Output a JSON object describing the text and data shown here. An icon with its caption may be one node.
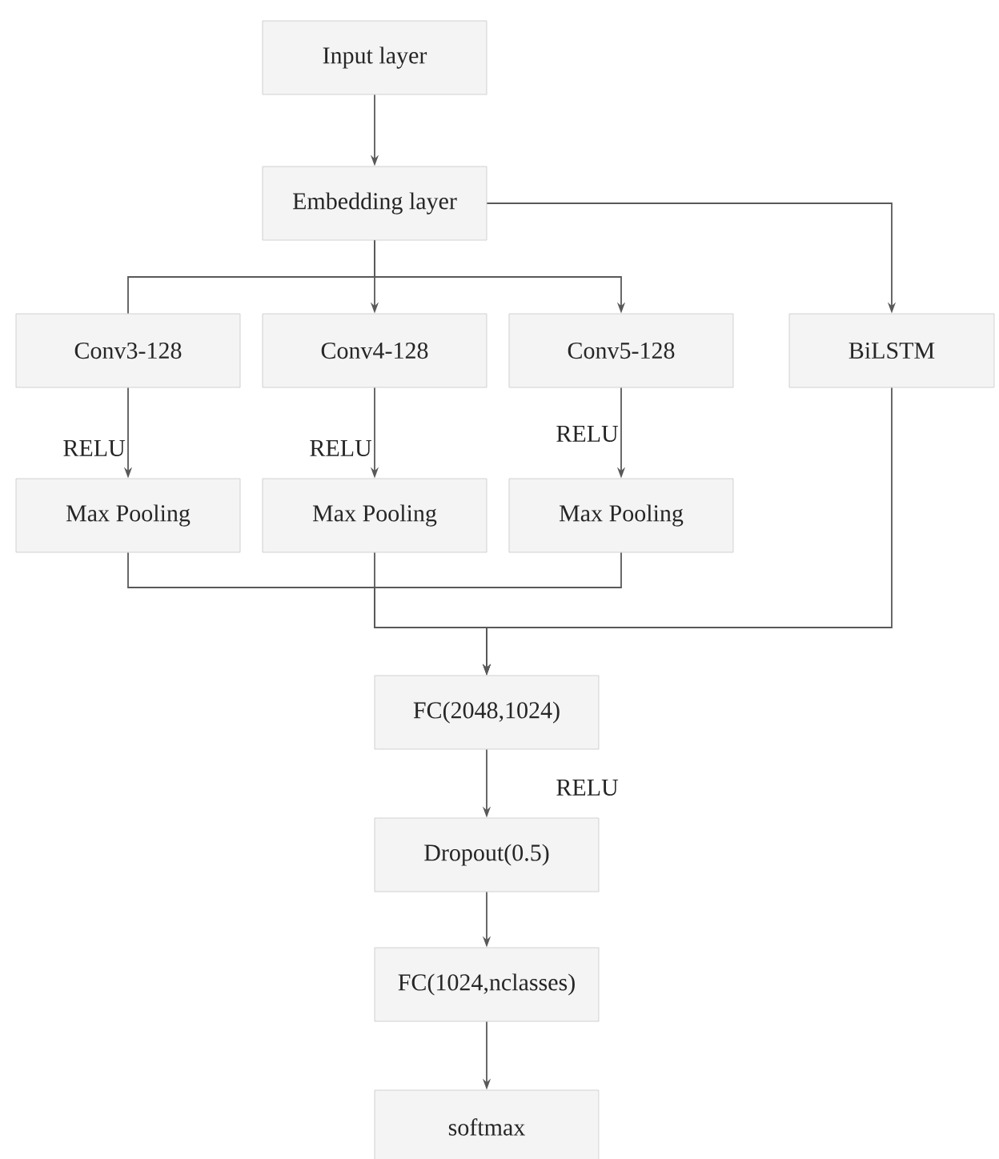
{
  "diagram": {
    "nodes": [
      {
        "text": [
          "Input layer"
        ]
      },
      {
        "text": [
          "Embedding  layer"
        ]
      },
      {
        "text": [
          "Conv3-128"
        ]
      },
      {
        "text": [
          "Conv4-128"
        ]
      },
      {
        "text": [
          "Conv5-128"
        ]
      },
      {
        "text": [
          "BiLSTM"
        ]
      },
      {
        "text": [
          "Max Pooling"
        ]
      },
      {
        "text": [
          "Max Pooling"
        ]
      },
      {
        "text": [
          "Max Pooling"
        ]
      },
      {
        "text": [
          "FC(2048,1024)"
        ]
      },
      {
        "text": [
          "Dropout(0.5)"
        ]
      },
      {
        "text": [
          "FC(1024,nclasses)"
        ]
      },
      {
        "text": [
          "softmax"
        ]
      }
    ],
    "edges": [
      {
        "from": 0,
        "to": 1,
        "arrow": "to"
      },
      {
        "from": 1,
        "to": 2,
        "arrow": "none"
      },
      {
        "from": 1,
        "to": 3,
        "arrow": "to"
      },
      {
        "from": 1,
        "to": 4,
        "arrow": "to"
      },
      {
        "from": 1,
        "to": 5,
        "arrow": "to"
      },
      {
        "from": 2,
        "to": 6,
        "arrow": "to",
        "label": "RELU"
      },
      {
        "from": 3,
        "to": 7,
        "arrow": "to",
        "label": "RELU"
      },
      {
        "from": 4,
        "to": 8,
        "arrow": "to",
        "label": "RELU"
      },
      {
        "from": 6,
        "to": 9,
        "arrow": "to"
      },
      {
        "from": 7,
        "to": 9,
        "arrow": "to"
      },
      {
        "from": 8,
        "to": 9,
        "arrow": "to"
      },
      {
        "from": 5,
        "to": 9,
        "arrow": "to"
      },
      {
        "from": 9,
        "to": 10,
        "arrow": "to",
        "label": "RELU"
      },
      {
        "from": 10,
        "to": 11,
        "arrow": "to"
      },
      {
        "from": 11,
        "to": 12,
        "arrow": "to"
      }
    ]
  }
}
